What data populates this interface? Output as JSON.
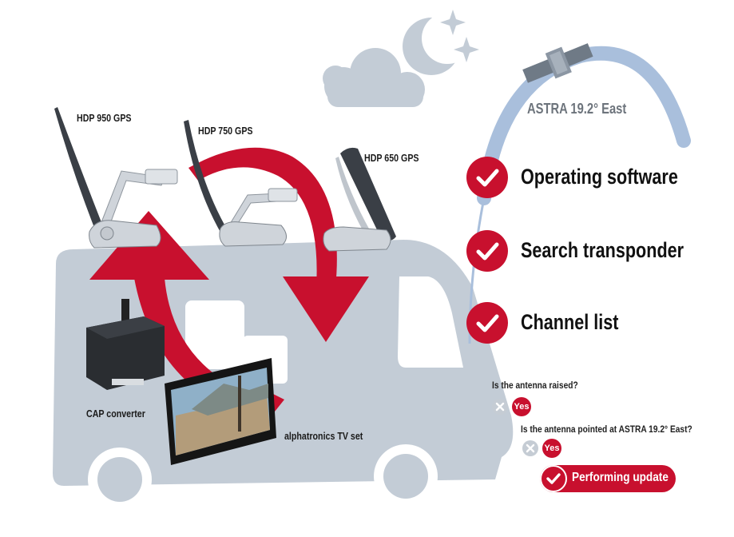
{
  "labels": {
    "hdp950": "HDP 950 GPS",
    "hdp750": "HDP 750 GPS",
    "hdp650": "HDP 650 GPS",
    "cap": "CAP converter",
    "tv": "alphatronics TV set",
    "satellite": "ASTRA 19.2° East"
  },
  "steps": [
    {
      "label": "Operating software"
    },
    {
      "label": "Search transponder"
    },
    {
      "label": "Channel list"
    }
  ],
  "questions": [
    {
      "text": "Is the antenna raised?",
      "answer": "Yes"
    },
    {
      "text": "Is the antenna pointed at ASTRA 19.2° East?",
      "answer": "Yes"
    }
  ],
  "final_step": "Performing update",
  "colors": {
    "accent_red": "#c8102e",
    "silhouette": "#c3ccd6",
    "sky_arc": "#a9bfdc",
    "dark": "#1b1b1b"
  },
  "icons": [
    "check-icon",
    "close-icon",
    "moon-icon",
    "star-icon",
    "cloud-icon",
    "satellite-icon"
  ]
}
